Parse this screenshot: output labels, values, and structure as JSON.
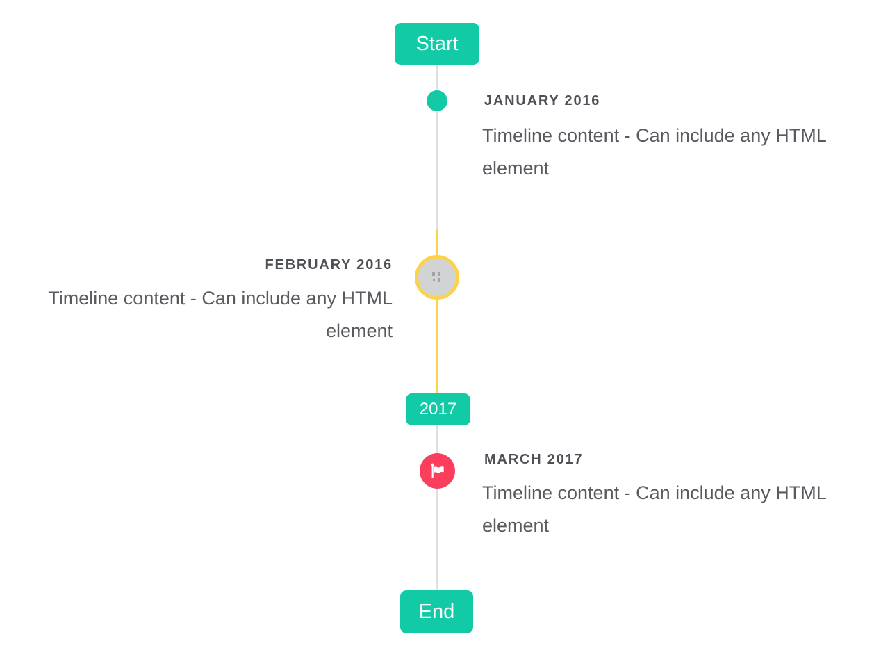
{
  "colors": {
    "accent_teal": "#12cba6",
    "accent_yellow": "#fbd24b",
    "accent_red": "#fb3e5c",
    "line_gray": "#e0e0e2",
    "marker_gray_fill": "#d2d3d5",
    "title_text": "#4d5054",
    "content_text": "#575a5f",
    "badge_text": "#ffffff"
  },
  "timeline": {
    "start_badge": "Start",
    "year_badge": "2017",
    "end_badge": "End",
    "entries": [
      {
        "id": "january-2016",
        "title": "JANUARY 2016",
        "content": "Timeline content - Can include any HTML element",
        "side": "right",
        "marker": "teal-dot"
      },
      {
        "id": "february-2016",
        "title": "FEBRUARY 2016",
        "content": "Timeline content - Can include any HTML element",
        "side": "left",
        "marker": "gray-image-circle-yellow-ring"
      },
      {
        "id": "march-2017",
        "title": "MARCH 2017",
        "content": "Timeline content - Can include any HTML element",
        "side": "right",
        "marker": "red-flag-circle"
      }
    ]
  }
}
